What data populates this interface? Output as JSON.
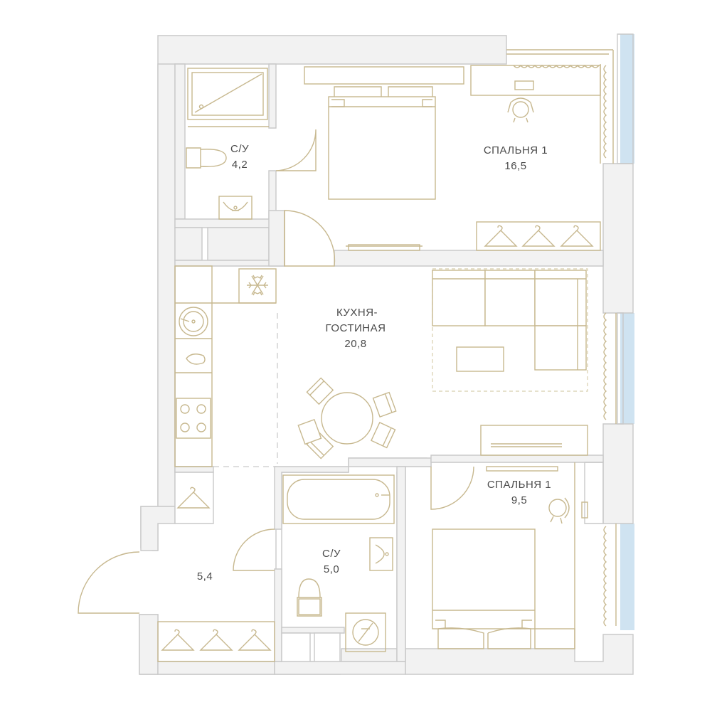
{
  "rooms": {
    "bath_top": {
      "name": "С/У",
      "area": "4,2"
    },
    "bedroom_large": {
      "name": "СПАЛЬНЯ 1",
      "area": "16,5"
    },
    "kitchen_living": {
      "name_line1": "КУХНЯ-",
      "name_line2": "ГОСТИНАЯ",
      "area": "20,8"
    },
    "bedroom_small": {
      "name": "СПАЛЬНЯ 1",
      "area": "9,5"
    },
    "hall": {
      "area": "5,4"
    },
    "bath_bottom": {
      "name": "С/У",
      "area": "5,0"
    }
  },
  "colors": {
    "wall_fill": "#f2f2f2",
    "wall_stroke": "#c9c9c9",
    "furniture_stroke": "#c7b88f",
    "window_glass": "#cfe3f1",
    "label_text": "#4a4a4a"
  },
  "icons": [
    "snowflake-icon",
    "hanger-icon",
    "washing-machine-icon",
    "chair-icon"
  ]
}
